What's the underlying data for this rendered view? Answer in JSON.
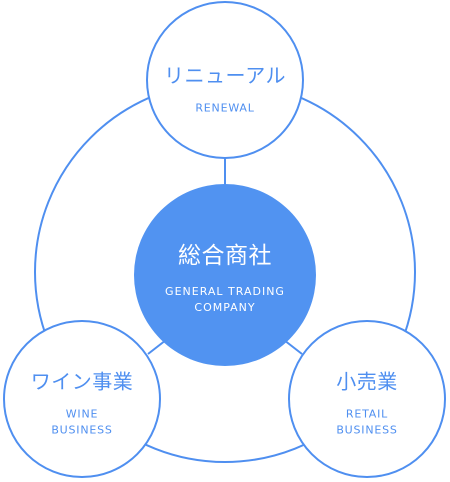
{
  "colors": {
    "accent": "#4f8ff0",
    "accent_fill": "#5193f1",
    "background": "#ffffff"
  },
  "center": {
    "title_jp": "総合商社",
    "subtitle_en_line1": "GENERAL TRADING",
    "subtitle_en_line2": "COMPANY"
  },
  "nodes": {
    "top": {
      "title_jp": "リニューアル",
      "subtitle_en_line1": "RENEWAL"
    },
    "left": {
      "title_jp": "ワイン事業",
      "subtitle_en_line1": "WINE",
      "subtitle_en_line2": "BUSINESS"
    },
    "right": {
      "title_jp": "小売業",
      "subtitle_en_line1": "RETAIL",
      "subtitle_en_line2": "BUSINESS"
    }
  }
}
